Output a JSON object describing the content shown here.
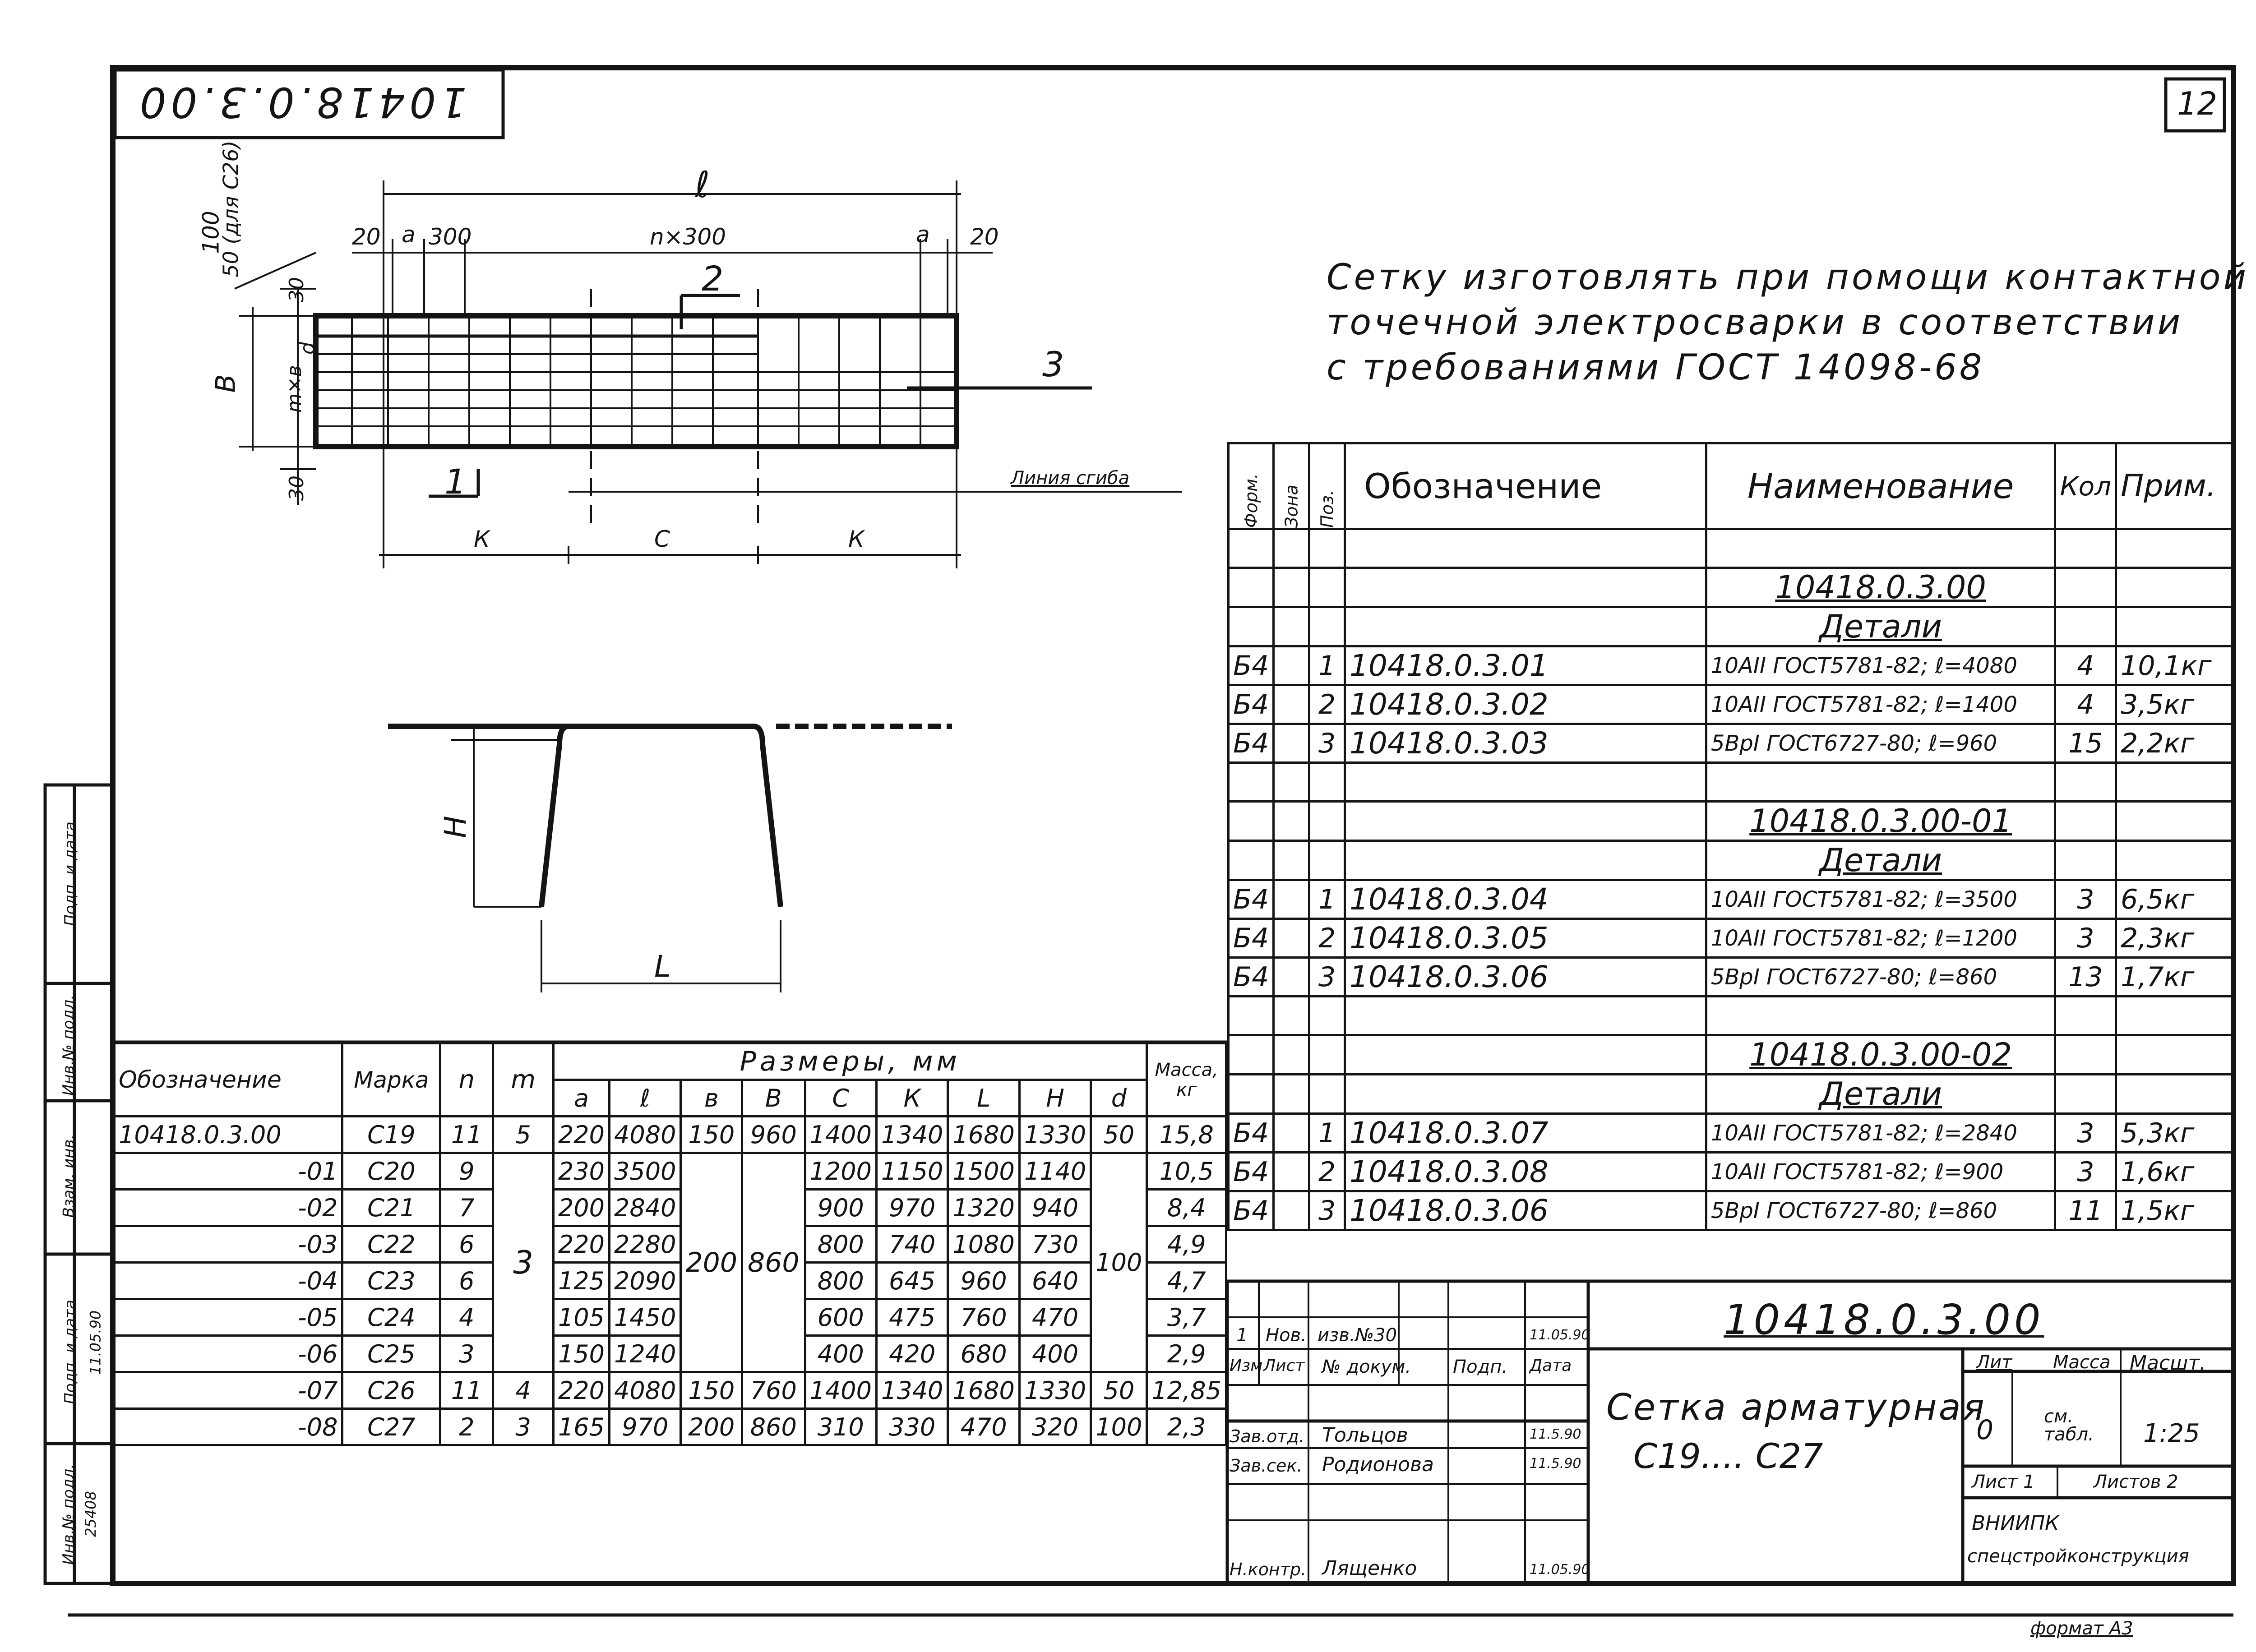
{
  "drawing": {
    "doc_number_top": "10418.0.3.00",
    "sheet_number": "12",
    "format_label": "формат А3",
    "notes": [
      "Сетку изготовлять при помощи контактной",
      "точечной электросварки в соответствии",
      "с требованиями ГОСТ 14098-68"
    ],
    "plan_labels": {
      "length": "ℓ",
      "edge_left": "20",
      "edge_right": "20",
      "a_left": "a",
      "a_right": "a",
      "pitch": "300",
      "span": "n×300",
      "height_note": "100",
      "height_note_c26": "50 (для С26)",
      "width_B": "В",
      "width_mxb": "m×в",
      "d": "d",
      "top_30": "30",
      "bottom_30": "30",
      "callout_1": "1",
      "callout_2": "2",
      "callout_3": "3",
      "bend_line": "Линия сгиба",
      "k_left": "К",
      "c_mid": "С",
      "k_right": "К"
    },
    "section_labels": {
      "H": "Н",
      "L": "L"
    }
  },
  "spec": {
    "headers": {
      "format": "Форм.",
      "zone": "Зона",
      "pos": "Поз.",
      "designation": "Обозначение",
      "name": "Наименование",
      "qty": "Кол",
      "note": "Прим."
    },
    "groups": [
      {
        "title": "10418.0.3.00",
        "subtitle": "Детали",
        "rows": [
          {
            "format": "Б4",
            "pos": "1",
            "designation": "10418.0.3.01",
            "name": "10АII ГОСТ5781-82; ℓ=4080",
            "qty": "4",
            "note": "10,1кг"
          },
          {
            "format": "Б4",
            "pos": "2",
            "designation": "10418.0.3.02",
            "name": "10АII ГОСТ5781-82; ℓ=1400",
            "qty": "4",
            "note": "3,5кг"
          },
          {
            "format": "Б4",
            "pos": "3",
            "designation": "10418.0.3.03",
            "name": "5ВрI ГОСТ6727-80; ℓ=960",
            "qty": "15",
            "note": "2,2кг"
          }
        ]
      },
      {
        "title": "10418.0.3.00-01",
        "subtitle": "Детали",
        "rows": [
          {
            "format": "Б4",
            "pos": "1",
            "designation": "10418.0.3.04",
            "name": "10АII ГОСТ5781-82; ℓ=3500",
            "qty": "3",
            "note": "6,5кг"
          },
          {
            "format": "Б4",
            "pos": "2",
            "designation": "10418.0.3.05",
            "name": "10АII ГОСТ5781-82; ℓ=1200",
            "qty": "3",
            "note": "2,3кг"
          },
          {
            "format": "Б4",
            "pos": "3",
            "designation": "10418.0.3.06",
            "name": "5ВрI ГОСТ6727-80; ℓ=860",
            "qty": "13",
            "note": "1,7кг"
          }
        ]
      },
      {
        "title": "10418.0.3.00-02",
        "subtitle": "Детали",
        "rows": [
          {
            "format": "Б4",
            "pos": "1",
            "designation": "10418.0.3.07",
            "name": "10АII ГОСТ5781-82; ℓ=2840",
            "qty": "3",
            "note": "5,3кг"
          },
          {
            "format": "Б4",
            "pos": "2",
            "designation": "10418.0.3.08",
            "name": "10АII ГОСТ5781-82; ℓ=900",
            "qty": "3",
            "note": "1,6кг"
          },
          {
            "format": "Б4",
            "pos": "3",
            "designation": "10418.0.3.06",
            "name": "5ВрI ГОСТ6727-80; ℓ=860",
            "qty": "11",
            "note": "1,5кг"
          }
        ]
      }
    ]
  },
  "dims_table": {
    "header_group": "Размеры, мм",
    "columns": [
      "Обозначение",
      "Марка",
      "n",
      "m",
      "a",
      "ℓ",
      "в",
      "В",
      "С",
      "К",
      "L",
      "Н",
      "d",
      "Масса, кг"
    ],
    "rows": [
      [
        "10418.0.3.00",
        "С19",
        "11",
        "5",
        "220",
        "4080",
        "150",
        "960",
        "1400",
        "1340",
        "1680",
        "1330",
        "50",
        "15,8"
      ],
      [
        "-01",
        "С20",
        "9",
        "",
        "230",
        "3500",
        "",
        "",
        "1200",
        "1150",
        "1500",
        "1140",
        "",
        "10,5"
      ],
      [
        "-02",
        "С21",
        "7",
        "",
        "200",
        "2840",
        "",
        "",
        "900",
        "970",
        "1320",
        "940",
        "",
        "8,4"
      ],
      [
        "-03",
        "С22",
        "6",
        "3",
        "220",
        "2280",
        "200",
        "860",
        "800",
        "740",
        "1080",
        "730",
        "100",
        "4,9"
      ],
      [
        "-04",
        "С23",
        "6",
        "",
        "125",
        "2090",
        "",
        "",
        "800",
        "645",
        "960",
        "640",
        "",
        "4,7"
      ],
      [
        "-05",
        "С24",
        "4",
        "",
        "105",
        "1450",
        "",
        "",
        "600",
        "475",
        "760",
        "470",
        "",
        "3,7"
      ],
      [
        "-06",
        "С25",
        "3",
        "",
        "150",
        "1240",
        "",
        "",
        "400",
        "420",
        "680",
        "400",
        "",
        "2,9"
      ],
      [
        "-07",
        "С26",
        "11",
        "4",
        "220",
        "4080",
        "150",
        "760",
        "1400",
        "1340",
        "1680",
        "1330",
        "50",
        "12,85"
      ],
      [
        "-08",
        "С27",
        "2",
        "3",
        "165",
        "970",
        "200",
        "860",
        "310",
        "330",
        "470",
        "320",
        "100",
        "2,3"
      ]
    ]
  },
  "title_block": {
    "doc_number": "10418.0.3.00",
    "title": "Сетка арматурная",
    "subtitle": "С19.... С27",
    "change_row": {
      "n": "1",
      "code": "Нов.",
      "doc": "изв.№30",
      "date": "11.05.90"
    },
    "headers": {
      "izm": "Изм",
      "list": "Лист",
      "ndoc": "№ докум.",
      "sign": "Подп.",
      "date": "Дата"
    },
    "roles": [
      {
        "role": "Зав.отд.",
        "name": "Тольцов",
        "date": "11.5.90"
      },
      {
        "role": "Зав.сек.",
        "name": "Родионова",
        "date": "11.5.90"
      },
      {
        "role": "Н.контр.",
        "name": "Лященко",
        "date": "11.05.90"
      }
    ],
    "lit_label": "Лит",
    "mass_label": "Масса",
    "scale_label": "Масшт.",
    "lit_value": "0",
    "mass_value": "см. табл.",
    "scale_value": "1:25",
    "sheet_label": "Лист 1",
    "sheets_label": "Листов 2",
    "org_1": "ВНИИПК",
    "org_2": "спецстройконструкция"
  },
  "margin_stamp": {
    "labels": [
      "Подп. и дата",
      "Инв.№ подл.",
      "Взам. инв.",
      "Подп. и дата",
      "Инв.№ подл."
    ],
    "date": "11.05.90",
    "inv": "25408"
  }
}
